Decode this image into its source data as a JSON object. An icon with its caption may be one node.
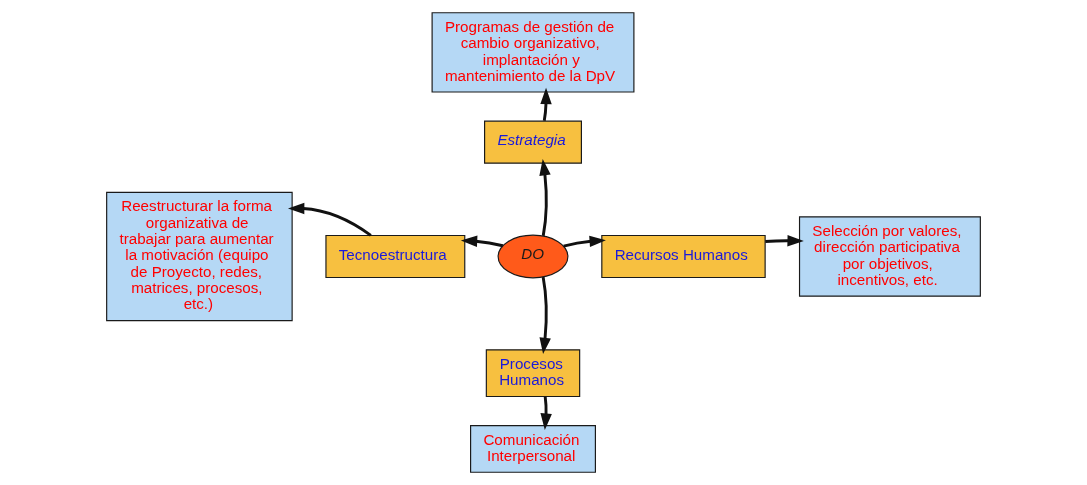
{
  "diagram": {
    "nodes": [
      {
        "text": [
          "Programas de gestión de cambio organizativo, implantación y mantenimiento de la DpV"
        ]
      },
      {
        "text": [
          "Estrategia"
        ]
      },
      {
        "text": [
          "Reestructurar la forma organizativa de trabajar para aumentar la motivación (equipo de Proyecto, redes, matrices, procesos, etc.)"
        ]
      },
      {
        "text": [
          "Tecnoestructura"
        ]
      },
      {
        "text": [
          "DO"
        ]
      },
      {
        "text": [
          "Recursos Humanos"
        ]
      },
      {
        "text": [
          "Selección por valores, dirección participativa por objetivos, incentivos, etc."
        ]
      },
      {
        "text": [
          "Procesos Humanos"
        ]
      },
      {
        "text": [
          "Comunicación Interpersonal"
        ]
      }
    ],
    "edges": [
      {
        "from": 4,
        "to": 1,
        "arrow": "to"
      },
      {
        "from": 1,
        "to": 0,
        "arrow": "to"
      },
      {
        "from": 4,
        "to": 3,
        "arrow": "to"
      },
      {
        "from": 3,
        "to": 2,
        "arrow": "to"
      },
      {
        "from": 4,
        "to": 5,
        "arrow": "to"
      },
      {
        "from": 5,
        "to": 6,
        "arrow": "to"
      },
      {
        "from": 4,
        "to": 7,
        "arrow": "to"
      },
      {
        "from": 7,
        "to": 8,
        "arrow": "to"
      }
    ]
  }
}
